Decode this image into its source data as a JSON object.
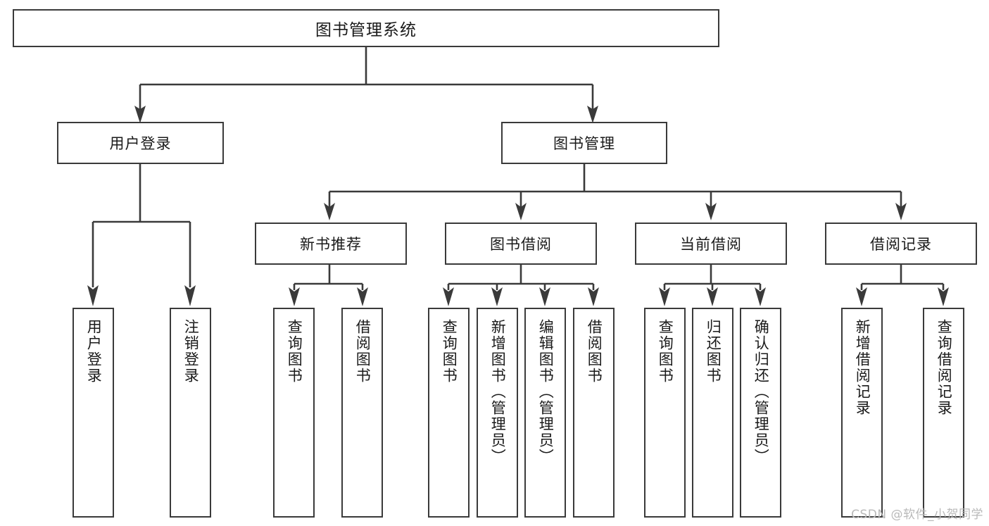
{
  "diagram": {
    "title": "图书管理系统",
    "type": "tree-hierarchy-chart",
    "root": {
      "label": "图书管理系统"
    },
    "level2": [
      {
        "id": "user-login",
        "label": "用户登录"
      },
      {
        "id": "book-management",
        "label": "图书管理"
      }
    ],
    "level3": [
      {
        "id": "new-book-recommend",
        "label": "新书推荐",
        "parent": "book-management"
      },
      {
        "id": "book-borrow",
        "label": "图书借阅",
        "parent": "book-management"
      },
      {
        "id": "current-borrow",
        "label": "当前借阅",
        "parent": "book-management"
      },
      {
        "id": "borrow-record",
        "label": "借阅记录",
        "parent": "book-management"
      }
    ],
    "leaves": {
      "user-login": [
        {
          "id": "leaf-user-login",
          "label": "用户登录"
        },
        {
          "id": "leaf-logout-login",
          "label": "注销登录"
        }
      ],
      "new-book-recommend": [
        {
          "id": "leaf-query-book-1",
          "label": "查询图书"
        },
        {
          "id": "leaf-borrow-book-1",
          "label": "借阅图书"
        }
      ],
      "book-borrow": [
        {
          "id": "leaf-query-book-2",
          "label": "查询图书"
        },
        {
          "id": "leaf-add-book",
          "label": "新增图书（管理员）"
        },
        {
          "id": "leaf-edit-book",
          "label": "编辑图书（管理员）"
        },
        {
          "id": "leaf-borrow-book-2",
          "label": "借阅图书"
        }
      ],
      "current-borrow": [
        {
          "id": "leaf-query-book-3",
          "label": "查询图书"
        },
        {
          "id": "leaf-return-book",
          "label": "归还图书"
        },
        {
          "id": "leaf-confirm-return",
          "label": "确认归还（管理员）"
        }
      ],
      "borrow-record": [
        {
          "id": "leaf-add-record",
          "label": "新增借阅记录"
        },
        {
          "id": "leaf-query-record",
          "label": "查询借阅记录"
        }
      ]
    }
  },
  "watermark": {
    "text": "CSDN @软件_小贺同学"
  },
  "colors": {
    "stroke": "#3a3a3a",
    "background": "#ffffff",
    "text": "#1a1a1a",
    "watermark": "#b9b9b9"
  }
}
